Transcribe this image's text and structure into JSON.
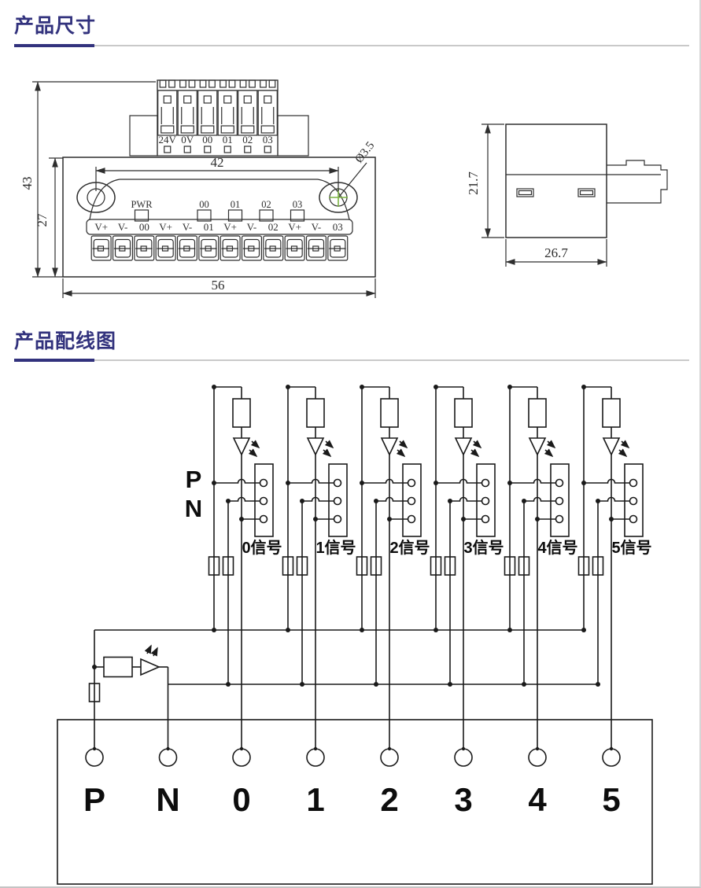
{
  "sections": {
    "dimensions": {
      "title": "产品尺寸"
    },
    "wiring": {
      "title": "产品配线图"
    }
  },
  "dimension_drawing": {
    "front_view": {
      "plug_pin_labels": [
        "24V",
        "0V",
        "00",
        "01",
        "02",
        "03"
      ],
      "indicator_labels": [
        "PWR",
        "00",
        "01",
        "02",
        "03"
      ],
      "terminal_row_labels": [
        "V+",
        "V-",
        "00",
        "V+",
        "V-",
        "01",
        "V+",
        "V-",
        "02",
        "V+",
        "V-",
        "03"
      ],
      "dim_hole_span": "42",
      "dim_hole_diameter": "Ø3.5",
      "dim_total_height": "43",
      "dim_body_height": "27",
      "dim_body_width": "56"
    },
    "side_view": {
      "dim_height": "21.7",
      "dim_depth": "26.7"
    }
  },
  "wiring_diagram": {
    "positive_label": "P",
    "negative_label": "N",
    "channel_labels": [
      "0信号",
      "1信号",
      "2信号",
      "3信号",
      "4信号",
      "5信号"
    ],
    "bottom_terminal_labels": [
      "P",
      "N",
      "0",
      "1",
      "2",
      "3",
      "4",
      "5"
    ]
  },
  "colors": {
    "accent": "#32327d",
    "underline_gray": "#c9c9c9",
    "drawing_line": "#2e2e2e",
    "wiring_line": "#1a1a1a",
    "crosshair_green": "#7cb342"
  }
}
